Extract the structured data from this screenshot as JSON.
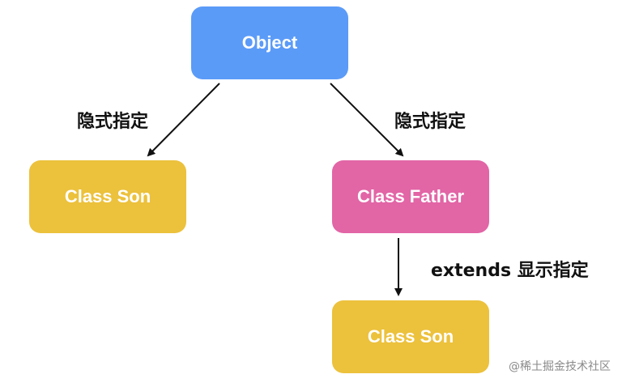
{
  "nodes": {
    "object": "Object",
    "son_left": "Class Son",
    "father": "Class Father",
    "son_bottom": "Class Son"
  },
  "edges": {
    "object_to_son": "隐式指定",
    "object_to_father": "隐式指定",
    "father_to_son": "extends 显示指定"
  },
  "watermark": "@稀土掘金技术社区",
  "colors": {
    "object": "#5b9bf8",
    "son": "#ecc13c",
    "father": "#e265a6",
    "arrow": "#111111"
  }
}
